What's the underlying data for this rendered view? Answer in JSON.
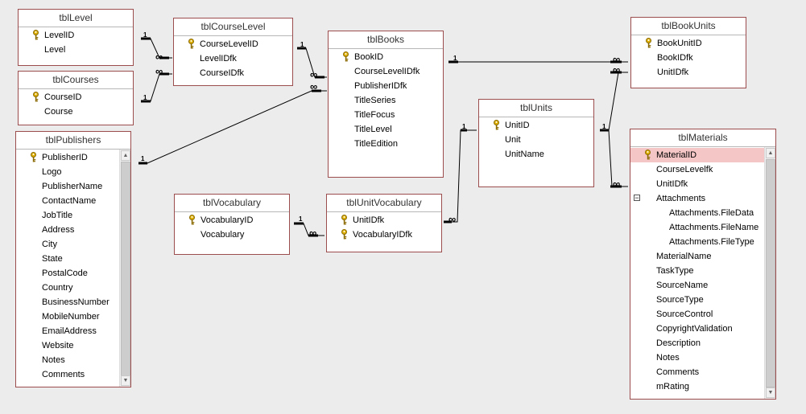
{
  "tables": {
    "tblLevel": {
      "title": "tblLevel",
      "fields": [
        {
          "name": "LevelID",
          "key": true
        },
        {
          "name": "Level",
          "key": false
        }
      ]
    },
    "tblCourses": {
      "title": "tblCourses",
      "fields": [
        {
          "name": "CourseID",
          "key": true
        },
        {
          "name": "Course",
          "key": false
        }
      ]
    },
    "tblPublishers": {
      "title": "tblPublishers",
      "fields": [
        {
          "name": "PublisherID",
          "key": true
        },
        {
          "name": "Logo"
        },
        {
          "name": "PublisherName"
        },
        {
          "name": "ContactName"
        },
        {
          "name": "JobTitle"
        },
        {
          "name": "Address"
        },
        {
          "name": "City"
        },
        {
          "name": "State"
        },
        {
          "name": "PostalCode"
        },
        {
          "name": "Country"
        },
        {
          "name": "BusinessNumber"
        },
        {
          "name": "MobileNumber"
        },
        {
          "name": "EmailAddress"
        },
        {
          "name": "Website"
        },
        {
          "name": "Notes"
        },
        {
          "name": "Comments"
        }
      ]
    },
    "tblCourseLevel": {
      "title": "tblCourseLevel",
      "fields": [
        {
          "name": "CourseLevelID",
          "key": true
        },
        {
          "name": "LevelIDfk"
        },
        {
          "name": "CourseIDfk"
        }
      ]
    },
    "tblBooks": {
      "title": "tblBooks",
      "fields": [
        {
          "name": "BookID",
          "key": true
        },
        {
          "name": "CourseLevelIDfk"
        },
        {
          "name": "PublisherIDfk"
        },
        {
          "name": "TitleSeries"
        },
        {
          "name": "TitleFocus"
        },
        {
          "name": "TitleLevel"
        },
        {
          "name": "TitleEdition"
        }
      ]
    },
    "tblUnits": {
      "title": "tblUnits",
      "fields": [
        {
          "name": "UnitID",
          "key": true
        },
        {
          "name": "Unit"
        },
        {
          "name": "UnitName"
        }
      ]
    },
    "tblBookUnits": {
      "title": "tblBookUnits",
      "fields": [
        {
          "name": "BookUnitID",
          "key": true
        },
        {
          "name": "BookIDfk"
        },
        {
          "name": "UnitIDfk"
        }
      ]
    },
    "tblMaterials": {
      "title": "tblMaterials",
      "fields": [
        {
          "name": "MaterialID",
          "key": true,
          "selected": true
        },
        {
          "name": "CourseLevelfk"
        },
        {
          "name": "UnitIDfk"
        },
        {
          "name": "Attachments",
          "expander": "⊟"
        },
        {
          "name": "Attachments.FileData",
          "sub": true
        },
        {
          "name": "Attachments.FileName",
          "sub": true
        },
        {
          "name": "Attachments.FileType",
          "sub": true
        },
        {
          "name": "MaterialName"
        },
        {
          "name": "TaskType"
        },
        {
          "name": "SourceName"
        },
        {
          "name": "SourceType"
        },
        {
          "name": "SourceControl"
        },
        {
          "name": "CopyrightValidation"
        },
        {
          "name": "Description"
        },
        {
          "name": "Notes"
        },
        {
          "name": "Comments"
        },
        {
          "name": "mRating"
        }
      ]
    },
    "tblVocabulary": {
      "title": "tblVocabulary",
      "fields": [
        {
          "name": "VocabularyID",
          "key": true
        },
        {
          "name": "Vocabulary"
        }
      ]
    },
    "tblUnitVocabulary": {
      "title": "tblUnitVocabulary",
      "fields": [
        {
          "name": "UnitIDfk",
          "key": true
        },
        {
          "name": "VocabularyIDfk",
          "key": true
        }
      ]
    }
  },
  "relationship_labels": {
    "one": "1",
    "many": "∞"
  },
  "colors": {
    "table_border": "#9b4c4c",
    "selected_row": "#f4c6c6",
    "key_icon": "#d9a400",
    "background": "#ececec"
  },
  "icons": {
    "key": "key-icon",
    "expander": "collapse-icon",
    "scroll_up": "scroll-up-icon",
    "scroll_down": "scroll-down-icon"
  }
}
